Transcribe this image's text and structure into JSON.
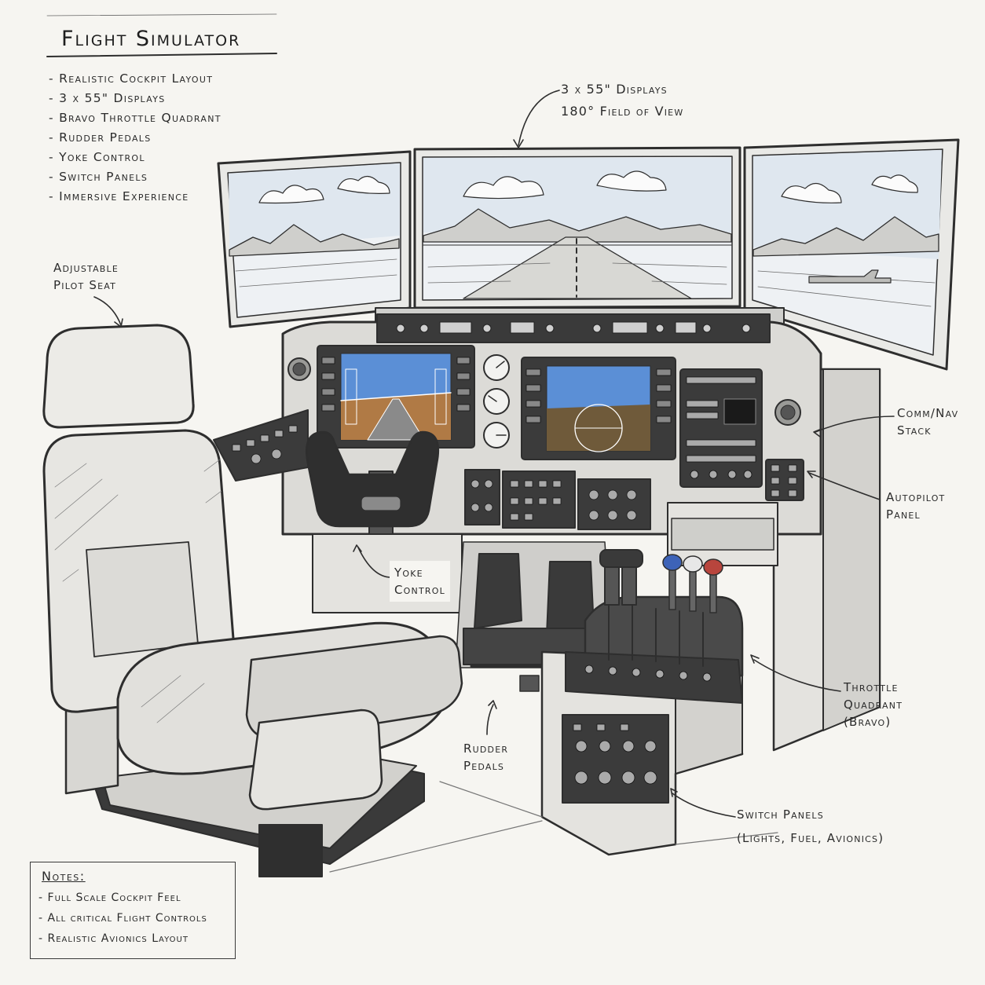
{
  "title": "Flight Simulator",
  "features": [
    "Realistic Cockpit Layout",
    "3 x 55\" Displays",
    "Bravo Throttle Quadrant",
    "Rudder Pedals",
    "Yoke Control",
    "Switch Panels",
    "Immersive Experience"
  ],
  "callouts": {
    "displays": [
      "3 x 55\" Displays",
      "180° Field of View"
    ],
    "seat": [
      "Adjustable",
      "Pilot Seat"
    ],
    "comm_nav": [
      "Comm/Nav",
      "Stack"
    ],
    "autopilot": [
      "Autopilot",
      "Panel"
    ],
    "yoke": [
      "Yoke",
      "Control"
    ],
    "throttle": [
      "Throttle",
      "Quadrant",
      "(Bravo)"
    ],
    "rudder": [
      "Rudder",
      "Pedals"
    ],
    "switch": [
      "Switch Panels",
      "(Lights, Fuel, Avionics)"
    ]
  },
  "notes": {
    "title": "Notes:",
    "items": [
      "Full Scale Cockpit Feel",
      "All critical Flight Controls",
      "Realistic Avionics Layout"
    ]
  },
  "colors": {
    "pencil": "#2e2e2e",
    "paper": "#f6f5f1",
    "sky": "#dfe7ef",
    "pfd_sky": "#5b8fd6",
    "pfd_ground": "#b07a45",
    "lever_blue": "#3d63b8",
    "lever_red": "#b8453d"
  }
}
